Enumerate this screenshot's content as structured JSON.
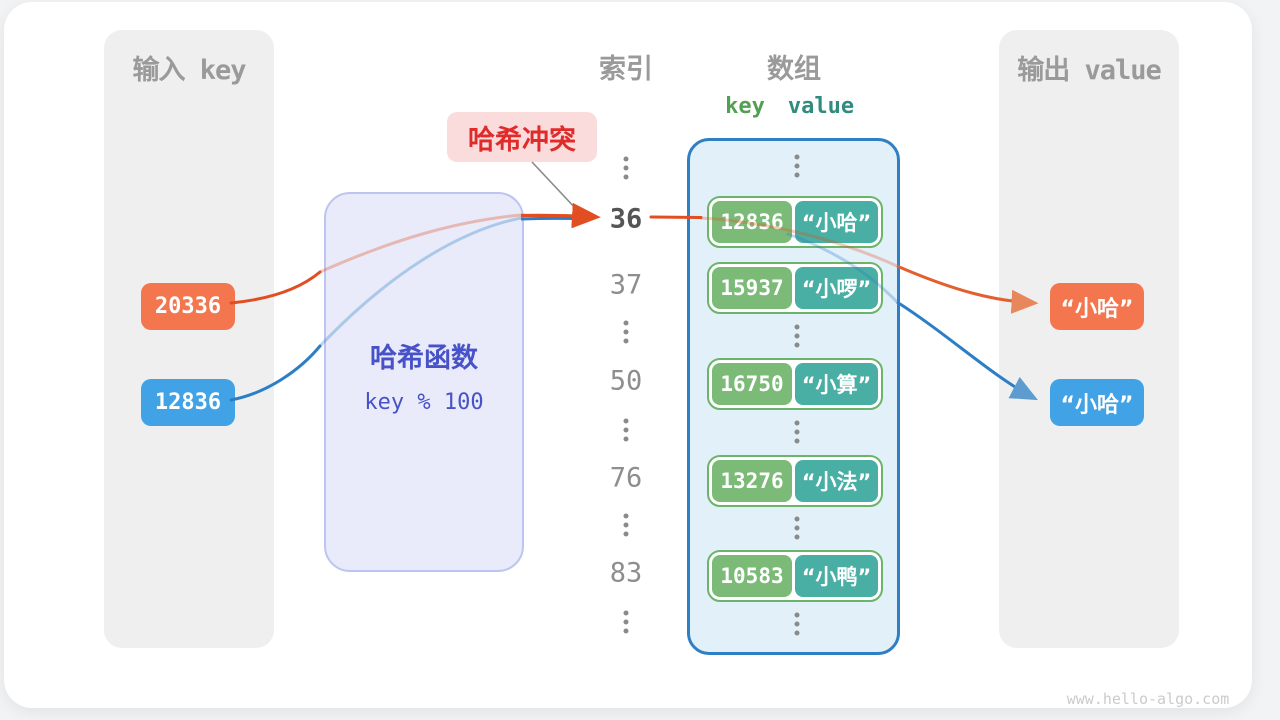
{
  "input_panel": {
    "title": "输入 key",
    "keys": [
      "20336",
      "12836"
    ]
  },
  "hash_box": {
    "title": "哈希函数",
    "formula": "key % 100"
  },
  "collision_badge": {
    "label": "哈希冲突"
  },
  "index_column": {
    "title": "索引",
    "values": [
      "36",
      "37",
      "50",
      "76",
      "83"
    ]
  },
  "array_panel": {
    "title": "数组",
    "key_header": "key",
    "value_header": "value",
    "rows": [
      {
        "key": "12836",
        "value": "“小哈”"
      },
      {
        "key": "15937",
        "value": "“小啰”"
      },
      {
        "key": "16750",
        "value": "“小算”"
      },
      {
        "key": "13276",
        "value": "“小法”"
      },
      {
        "key": "10583",
        "value": "“小鸭”"
      }
    ]
  },
  "output_panel": {
    "title": "输出 value",
    "values": [
      "“小哈”",
      "“小哈”"
    ]
  },
  "watermark": "www.hello-algo.com",
  "colors": {
    "orange": "#F3764E",
    "blue": "#41A2E5",
    "key_green": "#7CBA78",
    "value_teal": "#49AEA3",
    "pair_border": "#6CB468",
    "array_border": "#2E7FC4",
    "array_bg": "#E2F0FA",
    "hash_bg": "#E9EBFA",
    "hash_border": "#BDC4F0",
    "hash_text": "#4752C8",
    "badge_bg": "#FBDCDC",
    "badge_text": "#E02B2B",
    "panel_bg": "#EFEFEF",
    "panel_title": "#9A9A9A",
    "index_gray": "#8E8E8E",
    "index_strong": "#555555",
    "arrow_orange": "#E04E22",
    "arrow_blue": "#2C7FC6",
    "header_key_green": "#53A052",
    "header_value_teal": "#2F8C7E",
    "watermark_gray": "#CBCBCB"
  }
}
